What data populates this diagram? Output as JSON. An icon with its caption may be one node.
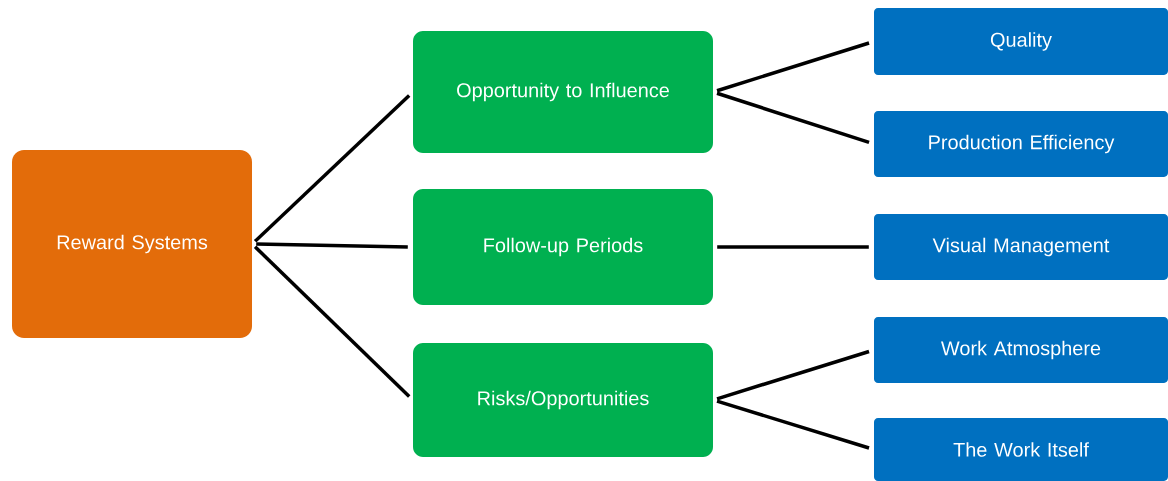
{
  "diagram": {
    "nodes": [
      {
        "text": [
          "Reward Systems"
        ]
      },
      {
        "text": [
          "Opportunity to Influence"
        ]
      },
      {
        "text": [
          "Follow-up Periods"
        ]
      },
      {
        "text": [
          "Risks/Opportunities"
        ]
      },
      {
        "text": [
          "Quality"
        ]
      },
      {
        "text": [
          "Production Efficiency"
        ]
      },
      {
        "text": [
          "Visual Management"
        ]
      },
      {
        "text": [
          "Work Atmosphere"
        ]
      },
      {
        "text": [
          "The Work Itself"
        ]
      }
    ],
    "edges": [
      {
        "from": 0,
        "to": 1,
        "arrow": "none"
      },
      {
        "from": 0,
        "to": 2,
        "arrow": "none"
      },
      {
        "from": 0,
        "to": 3,
        "arrow": "none"
      },
      {
        "from": 1,
        "to": 4,
        "arrow": "none"
      },
      {
        "from": 1,
        "to": 5,
        "arrow": "none"
      },
      {
        "from": 2,
        "to": 6,
        "arrow": "none"
      },
      {
        "from": 3,
        "to": 7,
        "arrow": "none"
      },
      {
        "from": 3,
        "to": 8,
        "arrow": "none"
      }
    ]
  }
}
